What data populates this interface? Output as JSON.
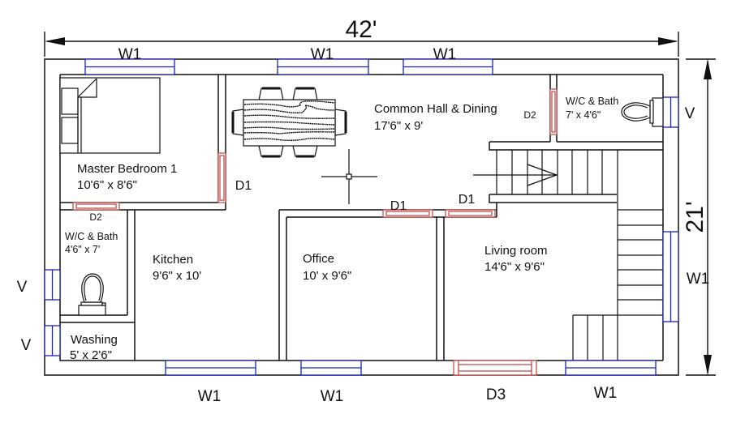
{
  "plan": {
    "overall_width_label": "42'",
    "overall_depth_label": "21'",
    "colors": {
      "wall": "#111111",
      "window": "#1a22b8",
      "door": "#c0504d",
      "background": "#ffffff"
    },
    "rooms": {
      "master_bedroom": {
        "name": "Master Bedroom 1",
        "size": "10'6\" x 8'6\""
      },
      "common_hall": {
        "name": "Common Hall & Dining",
        "size": "17'6\" x 9'"
      },
      "wc_bath_right": {
        "name": "W/C & Bath",
        "size": "7' x 4'6\""
      },
      "wc_bath_left": {
        "name": "W/C & Bath",
        "size": "4'6\" x 7'"
      },
      "kitchen": {
        "name": "Kitchen",
        "size": "9'6\" x 10'"
      },
      "office": {
        "name": "Office",
        "size": "10' x 9'6\""
      },
      "living_room": {
        "name": "Living room",
        "size": "14'6\" x 9'6\""
      },
      "washing": {
        "name": "Washing",
        "size": "5' x 2'6\""
      }
    },
    "tags": {
      "window_top_1": "W1",
      "window_top_2": "W1",
      "window_top_3": "W1",
      "window_bottom_1": "W1",
      "window_bottom_2": "W1",
      "window_bottom_3": "W1",
      "window_right": "W1",
      "vent_right": "V",
      "vent_left_1": "V",
      "vent_left_2": "V",
      "door_bedroom": "D1",
      "door_office": "D1",
      "door_living": "D1",
      "door_main": "D3",
      "door_wc_right": "D2",
      "door_wc_left": "D2"
    },
    "icons": {
      "bed": "bed-icon",
      "dining_table": "dining-table-icon",
      "toilet": "toilet-icon",
      "staircase": "staircase-icon",
      "crosshair": "crosshair-icon"
    }
  }
}
